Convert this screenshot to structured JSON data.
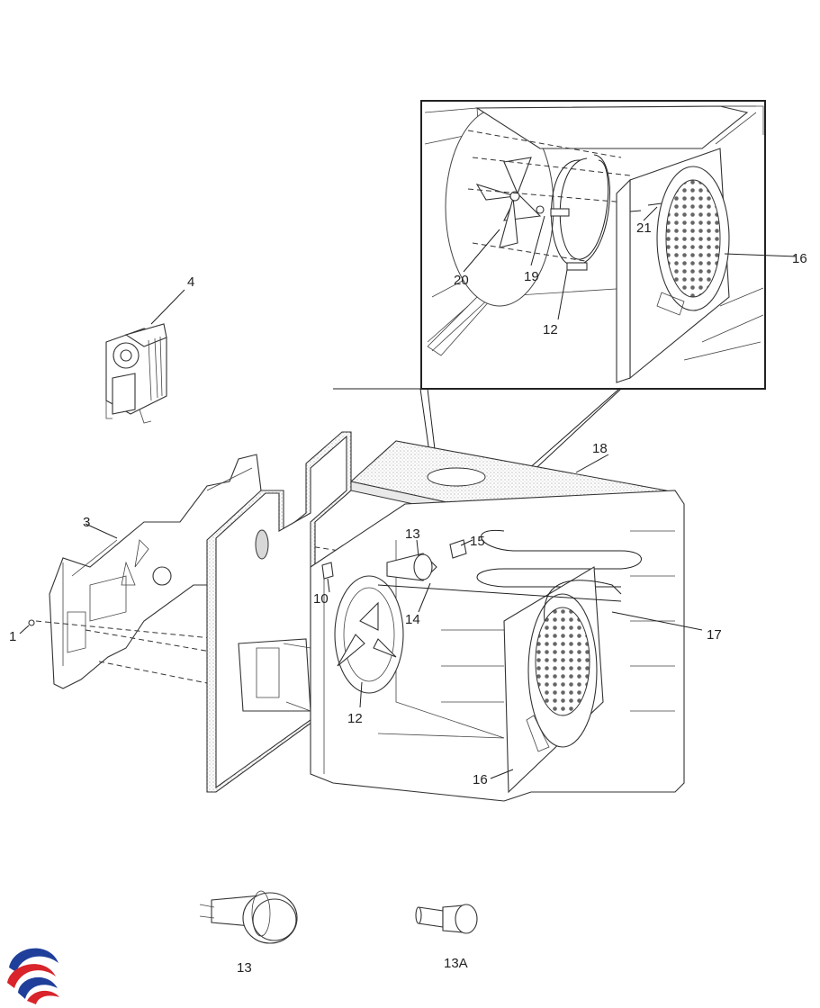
{
  "diagram": {
    "labels": {
      "p1": "1",
      "p3": "3",
      "p4": "4",
      "p10": "10",
      "p12_main": "12",
      "p12_inset": "12",
      "p13_main": "13",
      "p13_bottom": "13",
      "p13A": "13A",
      "p14": "14",
      "p15": "15",
      "p16_main": "16",
      "p16_inset": "16",
      "p17": "17",
      "p18": "18",
      "p19": "19",
      "p20": "20",
      "p21": "21"
    },
    "logo": {
      "icon": "brand-swirl-logo-icon",
      "colors": [
        "#1f3f9a",
        "#d8242a"
      ]
    }
  }
}
